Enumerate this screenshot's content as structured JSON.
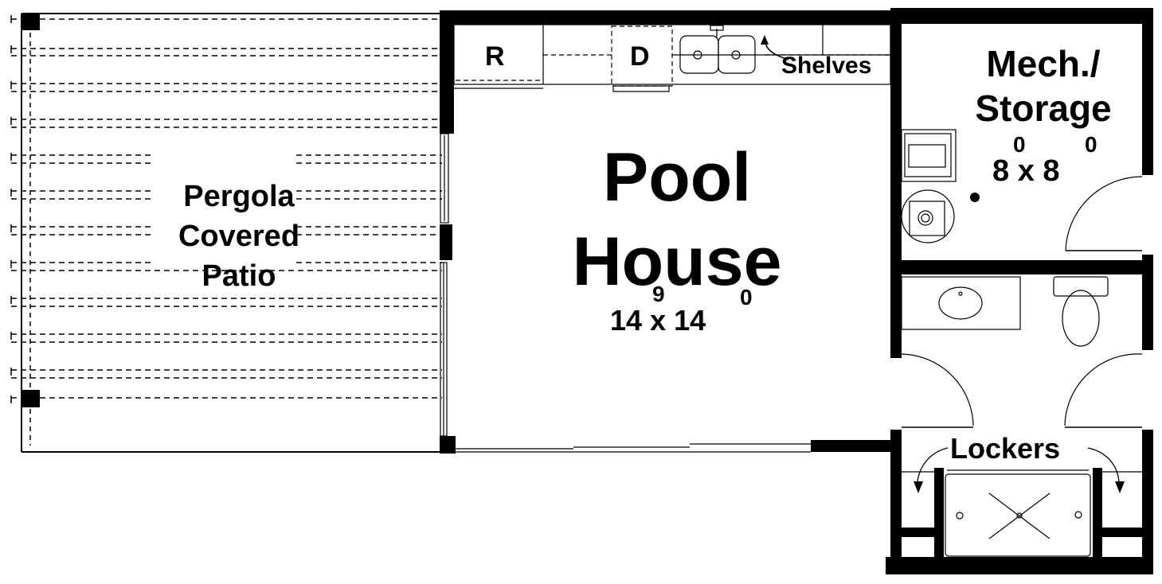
{
  "plan": {
    "rooms": {
      "patio": {
        "lines": [
          "Pergola",
          "Covered",
          "Patio"
        ]
      },
      "pool_house": {
        "lines": [
          "Pool",
          "House"
        ],
        "dim_w": "14",
        "dim_w_in": "9",
        "dim_x": "x",
        "dim_l": "14",
        "dim_l_in": "0"
      },
      "mech": {
        "lines": [
          "Mech./",
          "Storage"
        ],
        "dim_w": "8",
        "dim_w_in": "0",
        "dim_x": "x",
        "dim_l": "8",
        "dim_l_in": "0"
      },
      "lockers": {
        "label": "Lockers"
      }
    },
    "fixtures": {
      "refrigerator": "R",
      "dishwasher": "D",
      "shelves": "Shelves"
    },
    "colors": {
      "wall": "#000000",
      "background": "#ffffff",
      "line": "#000000"
    }
  }
}
